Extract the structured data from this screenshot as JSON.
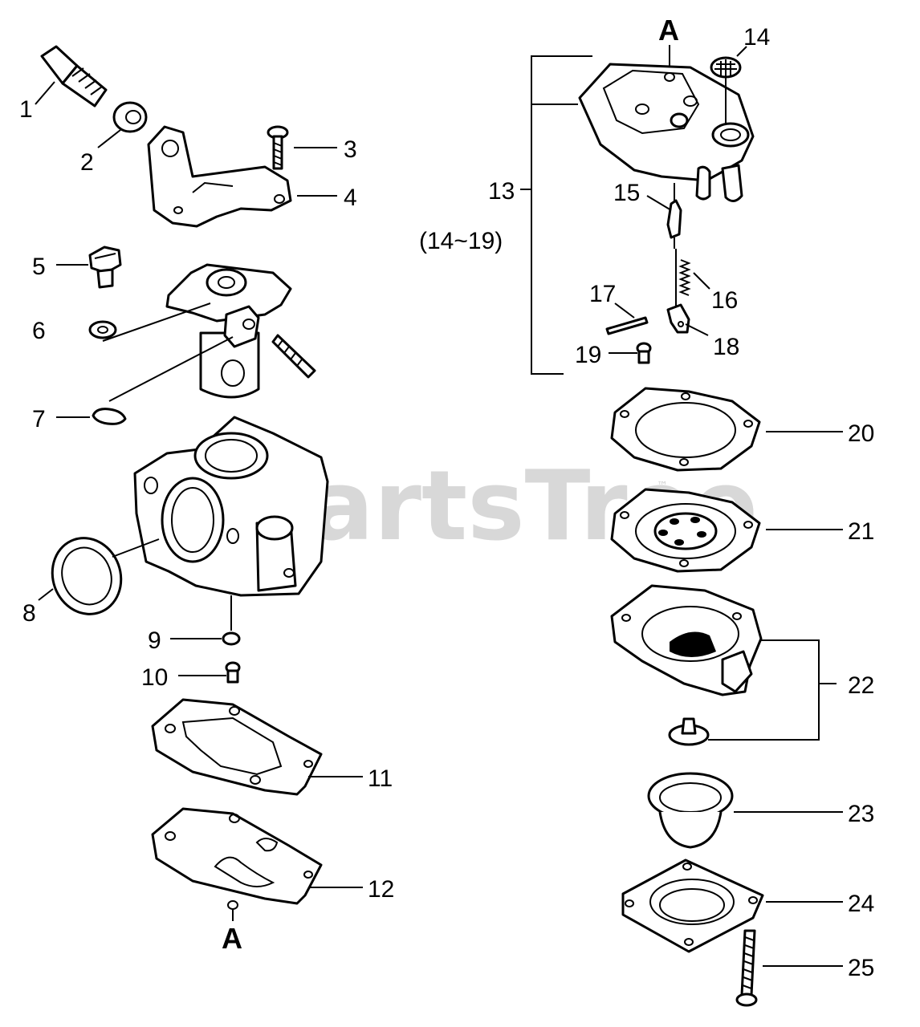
{
  "watermark": {
    "text": "PartsTree",
    "trademark": "™"
  },
  "callouts": [
    {
      "id": "1",
      "label": "1"
    },
    {
      "id": "2",
      "label": "2"
    },
    {
      "id": "3",
      "label": "3"
    },
    {
      "id": "4",
      "label": "4"
    },
    {
      "id": "5",
      "label": "5"
    },
    {
      "id": "6",
      "label": "6"
    },
    {
      "id": "7",
      "label": "7"
    },
    {
      "id": "8",
      "label": "8"
    },
    {
      "id": "9",
      "label": "9"
    },
    {
      "id": "10",
      "label": "10"
    },
    {
      "id": "11",
      "label": "11"
    },
    {
      "id": "12",
      "label": "12"
    },
    {
      "id": "13",
      "label": "13"
    },
    {
      "id": "13-range",
      "label": "(14~19)"
    },
    {
      "id": "14",
      "label": "14"
    },
    {
      "id": "15",
      "label": "15"
    },
    {
      "id": "16",
      "label": "16"
    },
    {
      "id": "17",
      "label": "17"
    },
    {
      "id": "18",
      "label": "18"
    },
    {
      "id": "19",
      "label": "19"
    },
    {
      "id": "20",
      "label": "20"
    },
    {
      "id": "21",
      "label": "21"
    },
    {
      "id": "22",
      "label": "22"
    },
    {
      "id": "23",
      "label": "23"
    },
    {
      "id": "24",
      "label": "24"
    },
    {
      "id": "25",
      "label": "25"
    }
  ],
  "reference_marks": {
    "top": "A",
    "bottom": "A"
  }
}
